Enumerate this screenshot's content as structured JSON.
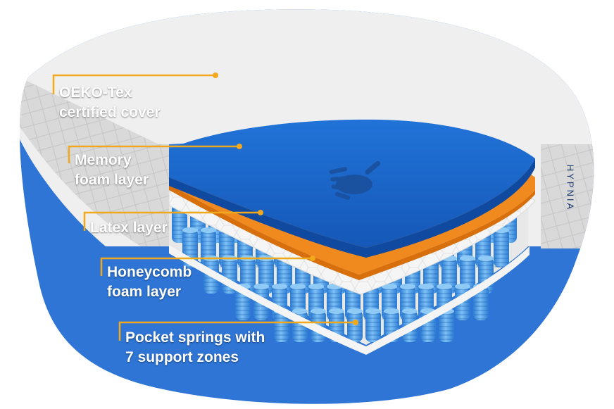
{
  "labels": {
    "cover": {
      "line1": "OEKO-Tex",
      "line2": "certified cover"
    },
    "memory": {
      "line1": "Memory",
      "line2": "foam layer"
    },
    "latex": {
      "line1": "Latex layer"
    },
    "honeycomb": {
      "line1": "Honeycomb",
      "line2": "foam layer"
    },
    "springs": {
      "line1": "Pocket springs with",
      "line2": "7 support zones"
    }
  },
  "brand": {
    "name": "HYPNIA"
  },
  "colors": {
    "blob": "#2e75d6",
    "cover": "#efefef",
    "memory_foam": "#1f6bd1",
    "orange_layer": "#f08a1e",
    "honeycomb": "#f4f4f4",
    "springs": "#4ea3ea",
    "leader": "#f2a81d"
  },
  "icons": {
    "logo_mark": "hand-print-icon"
  }
}
